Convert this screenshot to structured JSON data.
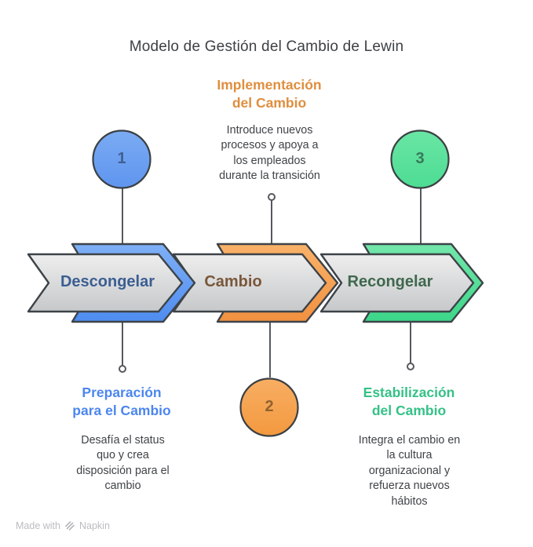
{
  "title": "Modelo de Gestión del Cambio de Lewin",
  "colors": {
    "stage_blue": "#5590ef",
    "stage_orange": "#f29142",
    "stage_green": "#41d88d",
    "arrow_gray": "#d9dadb",
    "outline": "#3d4348",
    "heading_blue": "#4c86ee",
    "heading_orange": "#df8e3e",
    "heading_green": "#35c187",
    "body_text": "#3f4347"
  },
  "stages": [
    {
      "number": "1",
      "arrow_label": "Descongelar",
      "annotation_heading": "Preparación para el Cambio",
      "annotation_body": "Desafía el status quo y crea disposición para el cambio",
      "annotation_position": "bottom"
    },
    {
      "number": "2",
      "arrow_label": "Cambio",
      "annotation_heading": "Implementación del Cambio",
      "annotation_body": "Introduce nuevos procesos y apoya a los empleados durante la transición",
      "annotation_position": "top"
    },
    {
      "number": "3",
      "arrow_label": "Recongelar",
      "annotation_heading": "Estabilización del Cambio",
      "annotation_body": "Integra el cambio en la cultura organizacional y refuerza nuevos hábitos",
      "annotation_position": "bottom"
    }
  ],
  "watermark": {
    "text": "Made with",
    "brand": "Napkin"
  }
}
